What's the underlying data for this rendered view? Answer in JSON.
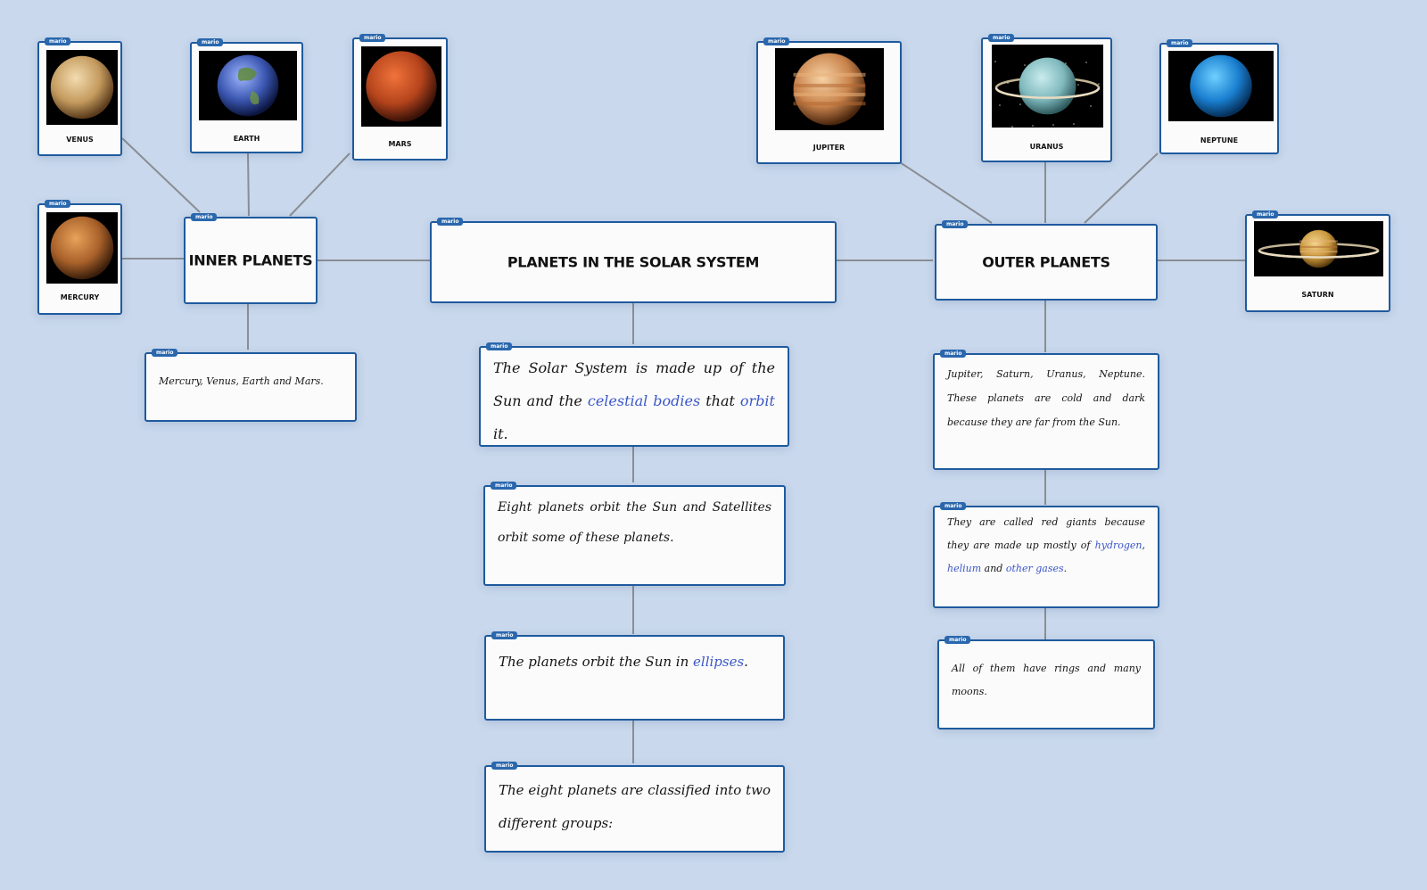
{
  "author_tag": "mario",
  "colors": {
    "background": "#c9d8ec",
    "node_border": "#1f5a9e",
    "link": "#8a8e94",
    "highlight": "#3a57c9",
    "tag": "#2a67ad"
  },
  "topics": {
    "central": "PLANETS IN THE SOLAR SYSTEM",
    "inner": "INNER PLANETS",
    "outer": "OUTER PLANETS"
  },
  "planets": [
    {
      "name": "VENUS",
      "icon": "venus-icon"
    },
    {
      "name": "EARTH",
      "icon": "earth-icon"
    },
    {
      "name": "MARS",
      "icon": "mars-icon"
    },
    {
      "name": "MERCURY",
      "icon": "mercury-icon"
    },
    {
      "name": "JUPITER",
      "icon": "jupiter-icon"
    },
    {
      "name": "URANUS",
      "icon": "uranus-icon"
    },
    {
      "name": "NEPTUNE",
      "icon": "neptune-icon"
    },
    {
      "name": "SATURN",
      "icon": "saturn-icon"
    }
  ],
  "notes": {
    "inner_list": [
      {
        "t": "Mercury, Venus, Earth and Mars."
      }
    ],
    "solar_system": [
      {
        "t": "The Solar System is made up of the Sun and the "
      },
      {
        "t": "celestial bodies",
        "hl": true
      },
      {
        "t": " that "
      },
      {
        "t": "orbit",
        "hl": true
      },
      {
        "t": " it."
      }
    ],
    "eight_planets": [
      {
        "t": "Eight planets orbit the Sun and Satellites orbit some of these planets."
      }
    ],
    "ellipses": [
      {
        "t": "The planets orbit the Sun in "
      },
      {
        "t": "ellipses",
        "hl": true
      },
      {
        "t": "."
      }
    ],
    "two_groups": [
      {
        "t": "The eight planets are classified into two different groups:"
      }
    ],
    "outer_list": [
      {
        "t": "Jupiter, Saturn, Uranus, Neptune. These planets are cold and dark because they are far from the Sun."
      }
    ],
    "red_giants": [
      {
        "t": "They are called red giants because they are made up mostly of "
      },
      {
        "t": "hydrogen",
        "hl": true
      },
      {
        "t": ", "
      },
      {
        "t": "helium",
        "hl": true
      },
      {
        "t": " and "
      },
      {
        "t": "other gases",
        "hl": true
      },
      {
        "t": "."
      }
    ],
    "rings_moons": [
      {
        "t": "All of them have rings and many moons."
      }
    ]
  }
}
